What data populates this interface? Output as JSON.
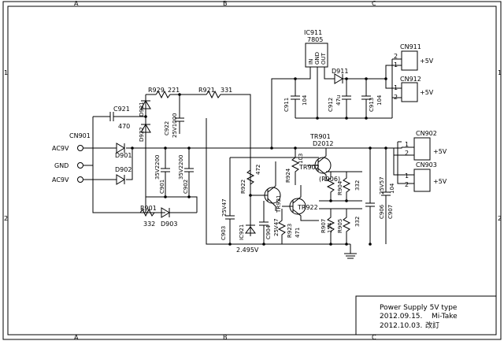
{
  "border": {
    "columns": [
      "A",
      "B",
      "C"
    ],
    "rows": [
      "1",
      "2"
    ]
  },
  "ic": {
    "ref": "IC911",
    "part": "7805",
    "pin_in": "IN",
    "pin_gnd": "GND",
    "pin_out": "OUT"
  },
  "connectors": {
    "cn911": "CN911",
    "cn912": "CN912",
    "cn902": "CN902",
    "cn903": "CN903",
    "cn901": "CN901",
    "pin1": "1",
    "pin2": "2",
    "v5": "+5V"
  },
  "inputs": {
    "ac1": "AC9V",
    "gnd": "GND",
    "ac2": "AC9V"
  },
  "parts": {
    "r929": "R929",
    "r929v": "221",
    "r921": "R921",
    "r921v": "331",
    "c921": "C921",
    "c921v": "470",
    "d921": "D921",
    "d922": "D922",
    "c922": "C922",
    "c922v": "25V1000",
    "d901": "D901",
    "d902": "D902",
    "c901": "C901",
    "c901v": "35V2200",
    "c902": "C902",
    "c902v": "35V2200",
    "r901": "R901",
    "r901v": "332",
    "d903": "D903",
    "c911": "C911",
    "c911v": "104",
    "c912": "C912",
    "c912v": "47u",
    "c913": "C913",
    "c913v": "104",
    "d911": "D911",
    "tr901": "TR901",
    "tr901p": "D2012",
    "r922": "R922",
    "r922v": "472",
    "r924": "R924",
    "r924v": "103",
    "tr921": "TR921",
    "tr922": "TR922",
    "tr902": "TR902",
    "r906": "(R906)",
    "r904": "R904",
    "r904v": "332",
    "c903": "C903",
    "c903v": "25V47",
    "ic921": "IC921",
    "c904": "C904",
    "c904v": "25V47",
    "r923": "R923",
    "r923v": "471",
    "vref": "2.495V",
    "r907": "R907",
    "r907v": "154",
    "r905": "R905",
    "r905v": "332",
    "c906": "C906",
    "c906v": "25V57",
    "c907": "C907",
    "c907v": "104"
  },
  "title_block": {
    "title": "Power Supply 5V type",
    "line2_date": "2012.09.15.",
    "line2_author": "Mi-Take",
    "line3_date": "2012.10.03.",
    "line3_note": "改訂"
  }
}
